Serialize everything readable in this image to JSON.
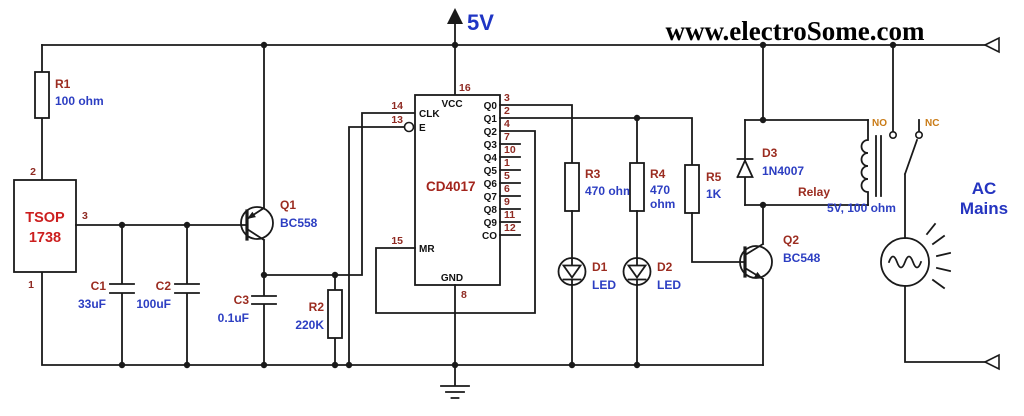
{
  "header": {
    "brand": "www.electroSome.com",
    "supply": "5V"
  },
  "colors": {
    "wire": "#1a1a1a",
    "component_ref": "#9b2c20",
    "component_value": "#2c3ec2",
    "tsop_red": "#cc1f1f",
    "ic_name_red": "#a3241c",
    "pin_number_maroon": "#8f2a22",
    "contact_orange": "#c97b16",
    "supply_blue": "#1f35c4",
    "ac_blue": "#2434c0"
  },
  "components": {
    "r1": {
      "ref": "R1",
      "value": "100 ohm"
    },
    "tsop": {
      "name_line1": "TSOP",
      "name_line2": "1738",
      "pin_top": "2",
      "pin_out": "3",
      "pin_gnd": "1"
    },
    "c1": {
      "ref": "C1",
      "value": "33uF"
    },
    "c2": {
      "ref": "C2",
      "value": "100uF"
    },
    "q1": {
      "ref": "Q1",
      "value": "BC558"
    },
    "c3": {
      "ref": "C3",
      "value": "0.1uF"
    },
    "r2": {
      "ref": "R2",
      "value": "220K"
    },
    "ic": {
      "name": "CD4017",
      "pin_vcc": {
        "num": "16",
        "label": "VCC"
      },
      "pin_gnd": {
        "num": "8",
        "label": "GND"
      },
      "pins_left": [
        {
          "num": "14",
          "label": "CLK"
        },
        {
          "num": "13",
          "label": "E"
        },
        {
          "num": "15",
          "label": "MR"
        }
      ],
      "pins_right": [
        {
          "num": "3",
          "label": "Q0"
        },
        {
          "num": "2",
          "label": "Q1"
        },
        {
          "num": "4",
          "label": "Q2"
        },
        {
          "num": "7",
          "label": "Q3"
        },
        {
          "num": "10",
          "label": "Q4"
        },
        {
          "num": "1",
          "label": "Q5"
        },
        {
          "num": "5",
          "label": "Q6"
        },
        {
          "num": "6",
          "label": "Q7"
        },
        {
          "num": "9",
          "label": "Q8"
        },
        {
          "num": "11",
          "label": "Q9"
        },
        {
          "num": "12",
          "label": "CO"
        }
      ]
    },
    "r3": {
      "ref": "R3",
      "value": "470 ohm"
    },
    "r4": {
      "ref": "R4",
      "value_line1": "470",
      "value_line2": "ohm"
    },
    "r5": {
      "ref": "R5",
      "value": "1K"
    },
    "d1": {
      "ref": "D1",
      "value": "LED"
    },
    "d2": {
      "ref": "D2",
      "value": "LED"
    },
    "d3": {
      "ref": "D3",
      "value": "1N4007"
    },
    "q2": {
      "ref": "Q2",
      "value": "BC548"
    },
    "relay": {
      "ref": "Relay",
      "value": "5V, 100 ohm",
      "contact_no": "NO",
      "contact_nc": "NC"
    },
    "ac": {
      "line1": "AC",
      "line2": "Mains"
    }
  }
}
